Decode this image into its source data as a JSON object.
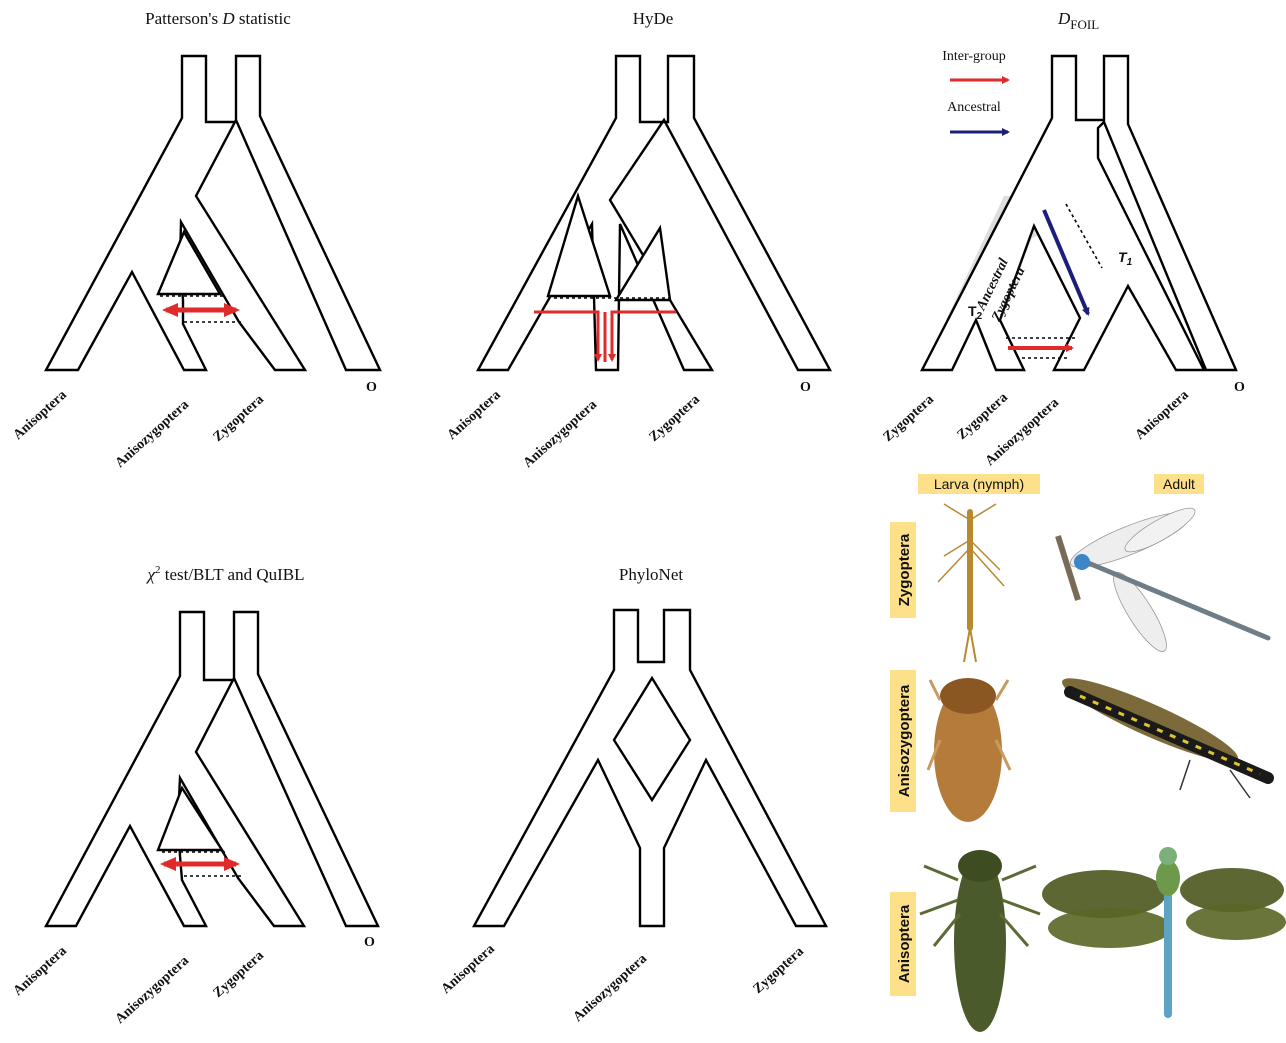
{
  "panels": {
    "patterson": {
      "title_pre": "Patterson's ",
      "title_italic": "D",
      "title_post": " statistic",
      "leaves": [
        "Anisoptera",
        "Anisozygoptera",
        "Zygoptera",
        "O"
      ]
    },
    "hyde": {
      "title": "HyDe",
      "leaves": [
        "Anisoptera",
        "Anisozygoptera",
        "Zygoptera",
        "O"
      ]
    },
    "dfoil": {
      "title_italic": "D",
      "title_sub": "FOIL",
      "legend": {
        "intergroup": "Inter-group",
        "ancestral": "Ancestral",
        "intergroup_color": "#e02b2b",
        "ancestral_color": "#1c1f7a"
      },
      "shaded_label_1": "Ancestral",
      "shaded_label_2": "Zygoptera",
      "t1": "T",
      "t1_sub": "1",
      "t2": "T",
      "t2_sub": "2",
      "leaves": [
        "Zygoptera",
        "Zygoptera",
        "Anisozygoptera",
        "Anisoptera",
        "O"
      ]
    },
    "chi2": {
      "title_chi": "χ",
      "title_sup": "2",
      "title_rest": " test/BLT and QuIBL",
      "leaves": [
        "Anisoptera",
        "Anisozygoptera",
        "Zygoptera",
        "O"
      ]
    },
    "phylonet": {
      "title": "PhyloNet",
      "leaves": [
        "Anisoptera",
        "Anisozygoptera",
        "Zygoptera"
      ]
    }
  },
  "photo_grid": {
    "col_headers": [
      "Larva (nymph)",
      "Adult"
    ],
    "row_labels": [
      "Zygoptera",
      "Anisozygoptera",
      "Anisoptera"
    ],
    "label_bg_color": "#ffe08a"
  },
  "colors": {
    "arrow_red": "#e02b2b",
    "arrow_blue": "#1c1f7a",
    "shade": "#dedede"
  }
}
